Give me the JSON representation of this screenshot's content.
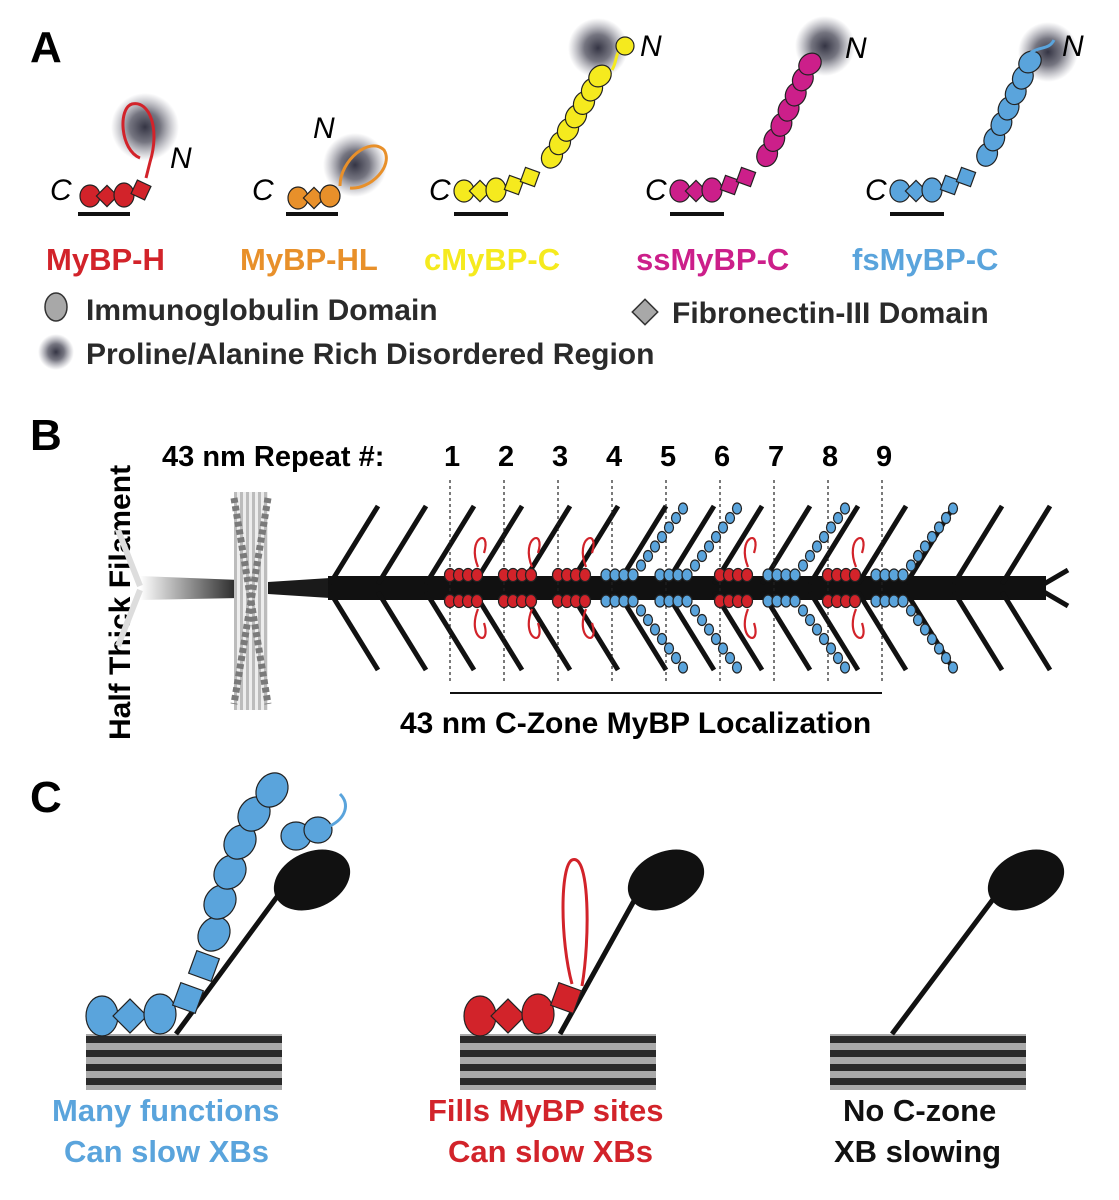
{
  "panels": {
    "a": "A",
    "b": "B",
    "c": "C"
  },
  "colors": {
    "mybp_h": "#d2232a",
    "mybp_hl": "#e8902a",
    "cmybp_c": "#f5ea1e",
    "ssmybp_c": "#cc1f8a",
    "fsmybp_c": "#5aa4dc",
    "domain_grey": "#a8a8a8",
    "black": "#111111"
  },
  "proteins": [
    {
      "name": "MyBP-H",
      "c_term": "C",
      "n_term": "N",
      "color_key": "mybp_h"
    },
    {
      "name": "MyBP-HL",
      "c_term": "C",
      "n_term": "N",
      "color_key": "mybp_hl"
    },
    {
      "name": "cMyBP-C",
      "c_term": "C",
      "n_term": "N",
      "color_key": "cmybp_c"
    },
    {
      "name": "ssMyBP-C",
      "c_term": "C",
      "n_term": "N",
      "color_key": "ssmybp_c"
    },
    {
      "name": "fsMyBP-C",
      "c_term": "C",
      "n_term": "N",
      "color_key": "fsmybp_c"
    }
  ],
  "legend": {
    "ig": "Immunoglobulin Domain",
    "fn": "Fibronectin-III Domain",
    "pa": "Proline/Alanine Rich Disordered Region"
  },
  "panel_b": {
    "side_label": "Half Thick Filament",
    "repeat_label": "43 nm Repeat #:",
    "repeats": [
      "1",
      "2",
      "3",
      "4",
      "5",
      "6",
      "7",
      "8",
      "9"
    ],
    "repeat_types": [
      "H",
      "H",
      "H",
      "C",
      "C",
      "H",
      "C",
      "H",
      "C"
    ],
    "czone_label": "43 nm C-Zone MyBP Localization"
  },
  "panel_c": [
    {
      "line1": "Many functions",
      "line2": "Can slow XBs",
      "color_key": "fsmybp_c"
    },
    {
      "line1": "Fills MyBP sites",
      "line2": "Can slow XBs",
      "color_key": "mybp_h"
    },
    {
      "line1": "No C-zone",
      "line2": "XB slowing",
      "color_key": "black"
    }
  ]
}
